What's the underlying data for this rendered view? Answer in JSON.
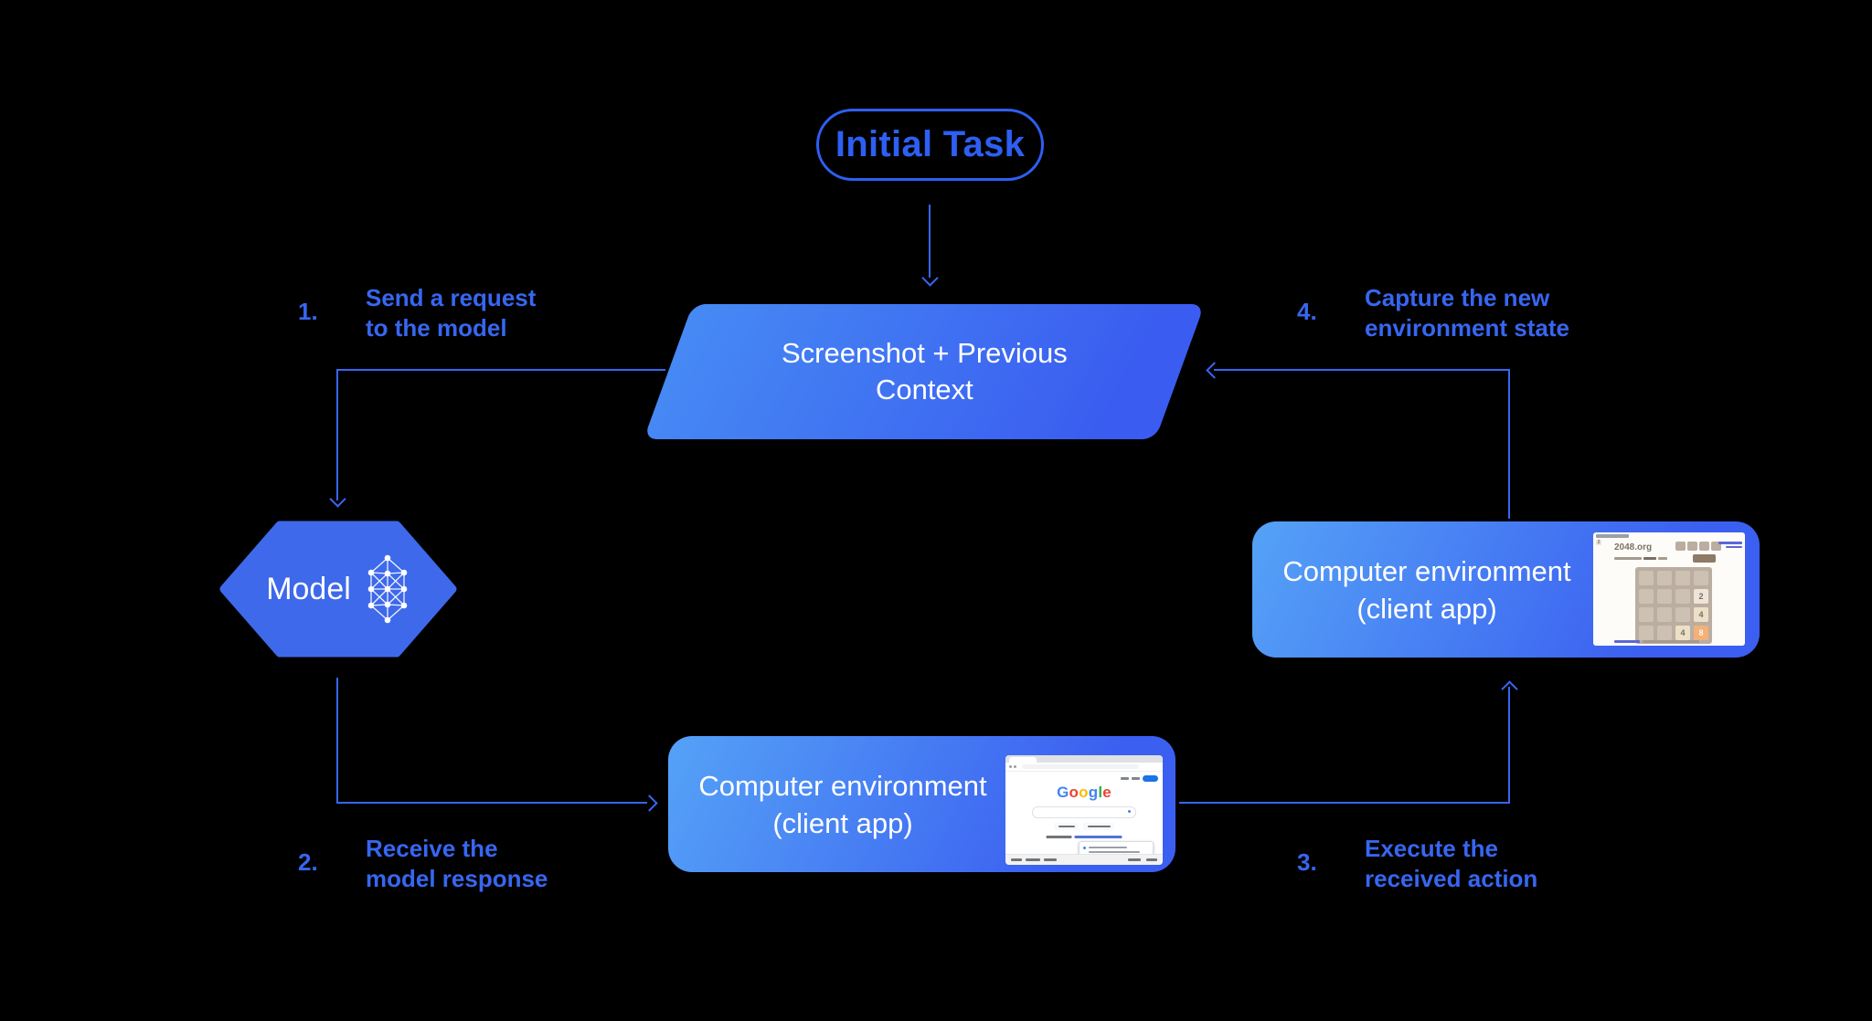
{
  "diagram": {
    "title_node": "Initial Task",
    "context_node": {
      "line1": "Screenshot + Previous",
      "line2": "Context"
    },
    "model_node": {
      "label": "Model"
    },
    "env_node_bottom": {
      "line1": "Computer environment",
      "line2": "(client app)"
    },
    "env_node_right": {
      "line1": "Computer environment",
      "line2": "(client app)"
    },
    "steps": [
      {
        "number": "1.",
        "line1": "Send a request",
        "line2": "to the model"
      },
      {
        "number": "2.",
        "line1": "Receive the",
        "line2": "model response"
      },
      {
        "number": "3.",
        "line1": "Execute the",
        "line2": "received action"
      },
      {
        "number": "4.",
        "line1": "Capture the new",
        "line2": "environment state"
      }
    ]
  },
  "colors": {
    "background": "#000000",
    "accent_blue": "#3766f0",
    "pill_blue": "#2d5ff2",
    "parallelogram_gradient": [
      "#468af4",
      "#3a5cf0"
    ],
    "env_box_gradient": [
      "#55a2f7",
      "#3b5ff0"
    ],
    "hexagon_fill": "#3e69ea",
    "google_brand": [
      "#4285F4",
      "#EA4335",
      "#FBBC05",
      "#34A853"
    ],
    "tile_colors": {
      "2": "#eee4da",
      "4": "#ede0c8",
      "8": "#f2b179"
    }
  },
  "google_screenshot": {
    "logo_letters": [
      "G",
      "o",
      "o",
      "g",
      "l",
      "e"
    ]
  },
  "game_screenshot": {
    "site_title": "2048.org",
    "tiles": [
      "2",
      "4",
      "4",
      "8"
    ]
  }
}
